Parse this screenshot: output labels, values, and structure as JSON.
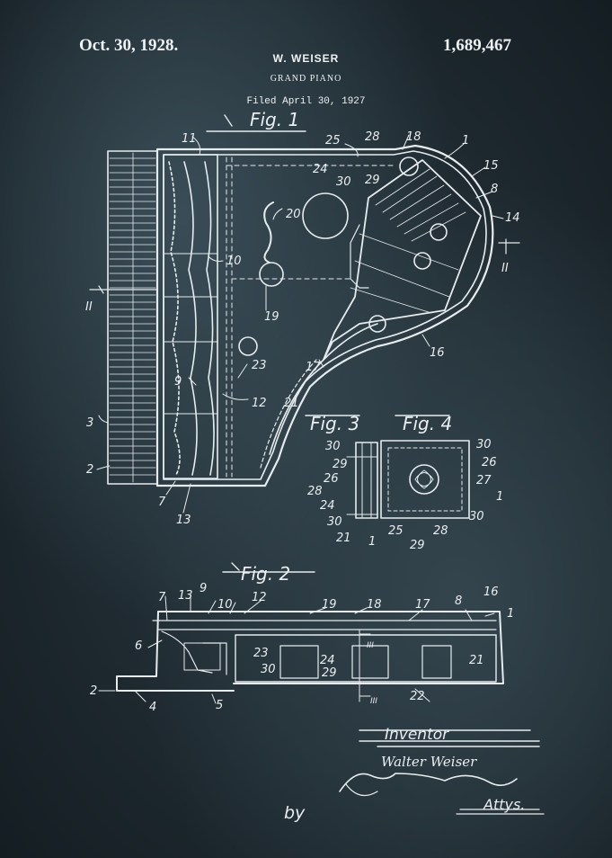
{
  "header": {
    "date": "Oct. 30, 1928.",
    "patent_number": "1,689,467",
    "inventor": "W. WEISER",
    "title": "GRAND PIANO",
    "filed": "Filed April 30, 1927"
  },
  "figures": {
    "fig1": "Fig. 1",
    "fig2": "Fig. 2",
    "fig3": "Fig. 3",
    "fig4": "Fig. 4"
  },
  "section_marks": {
    "left": "II",
    "right": "II",
    "iii_top": "III",
    "iii_bottom": "III"
  },
  "fig1_labels": [
    "11",
    "25",
    "28",
    "18",
    "1",
    "15",
    "8",
    "14",
    "24",
    "30",
    "29",
    "20",
    "10",
    "19",
    "23",
    "17",
    "21",
    "16",
    "9",
    "12",
    "3",
    "2",
    "7",
    "13"
  ],
  "fig34_labels": [
    "30",
    "29",
    "26",
    "28",
    "24",
    "30",
    "21",
    "1",
    "30",
    "26",
    "27",
    "1",
    "25",
    "28",
    "30",
    "29"
  ],
  "fig2_labels": [
    "7",
    "13",
    "9",
    "10",
    "12",
    "19",
    "18",
    "17",
    "8",
    "16",
    "1",
    "6",
    "23",
    "24",
    "30",
    "29",
    "21",
    "2",
    "4",
    "5",
    "22"
  ],
  "signature": {
    "inventor_heading": "Inventor",
    "name": "Walter Weiser",
    "by": "by",
    "attys": "Attys."
  }
}
